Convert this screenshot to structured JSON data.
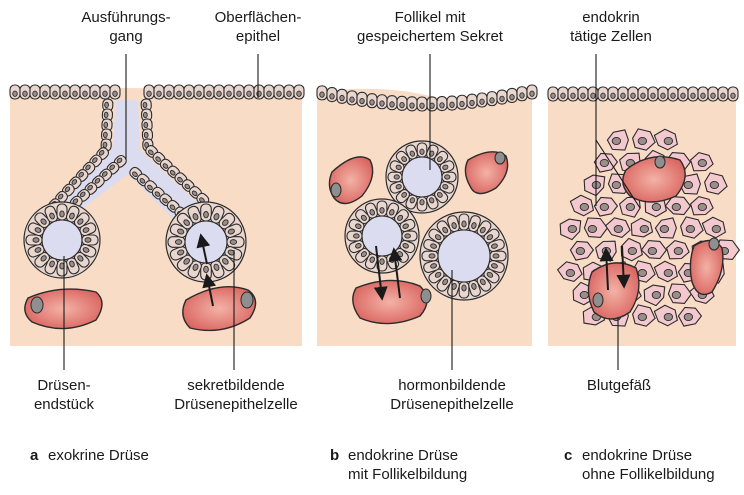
{
  "labels": {
    "ausfuehrungsgang": [
      "Ausführungs-",
      "gang"
    ],
    "oberflaechenepithel": [
      "Oberflächen-",
      "epithel"
    ],
    "follikel": [
      "Follikel mit",
      "gespeichertem Sekret"
    ],
    "endokrin_zellen": [
      "endokrin",
      "tätige Zellen"
    ],
    "druesenendstueck": [
      "Drüsen-",
      "endstück"
    ],
    "sekretbildende": [
      "sekretbildende",
      "Drüsenepithelzelle"
    ],
    "hormonbildende": [
      "hormonbildende",
      "Drüsenepithelzelle"
    ],
    "blutgefaess": [
      "Blutgefäß"
    ]
  },
  "captions": [
    {
      "letter": "a",
      "lines": [
        "exokrine Drüse"
      ]
    },
    {
      "letter": "b",
      "lines": [
        "endokrine Drüse",
        "mit Follikelbildung"
      ]
    },
    {
      "letter": "c",
      "lines": [
        "endokrine Drüse",
        "ohne Follikelbildung"
      ]
    }
  ],
  "colors": {
    "tissue": "#f8dcc6",
    "cell": "#e8d6cf",
    "nucleus": "#9a8d8a",
    "lumen": "#dcdcf0",
    "vessel": "#e07a7a",
    "endocrine_cell": "#f4c8cf",
    "outline": "#2b2b2b"
  }
}
